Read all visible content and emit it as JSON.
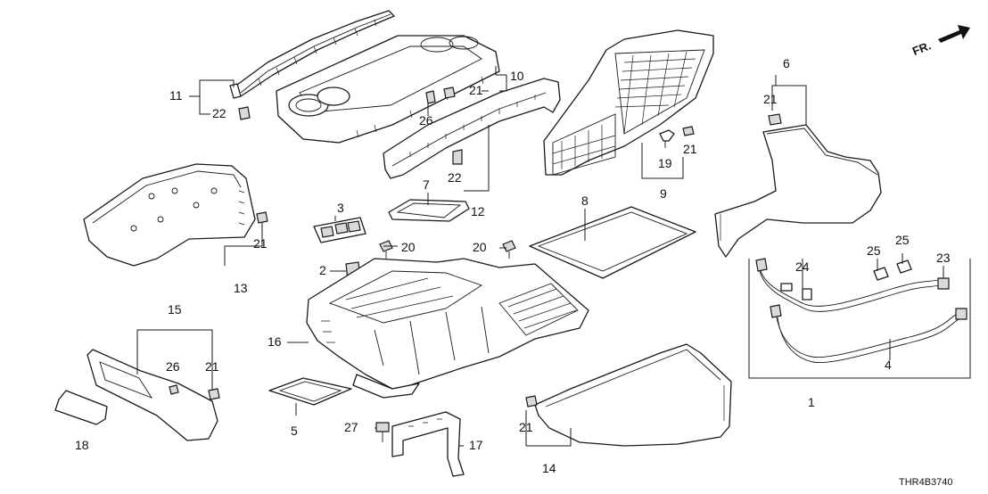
{
  "diagram": {
    "direction_label": "FR.",
    "figure_code": "THR4B3740",
    "callouts": {
      "c1": "1",
      "c2": "2",
      "c3": "3",
      "c4": "4",
      "c5": "5",
      "c6": "6",
      "c7": "7",
      "c8": "8",
      "c9": "9",
      "c10": "10",
      "c11": "11",
      "c12": "12",
      "c13": "13",
      "c14": "14",
      "c15": "15",
      "c16": "16",
      "c17": "17",
      "c18": "18",
      "c19": "19",
      "c20": "20",
      "c21": "21",
      "c22": "22",
      "c23": "23",
      "c24": "24",
      "c25": "25",
      "c26": "26",
      "c27": "27"
    }
  }
}
